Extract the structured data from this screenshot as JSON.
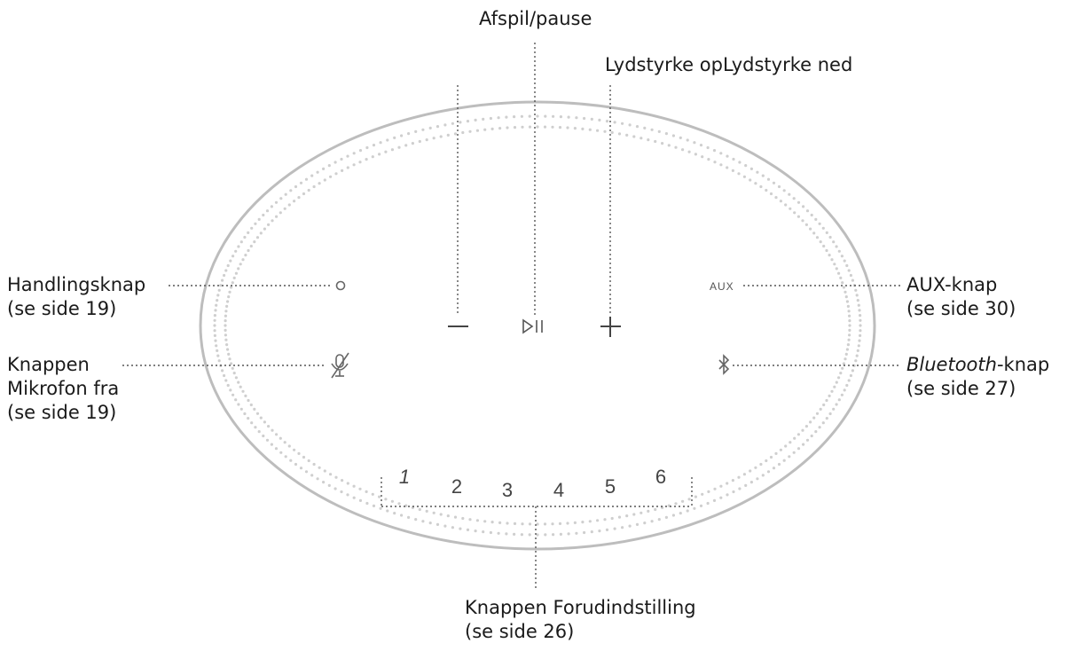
{
  "labels": {
    "play_pause": "Afspil/pause",
    "volume": "Lydstyrke opLydstyrke ned",
    "action_button": {
      "title": "Handlingsknap",
      "ref": "(se side 19)"
    },
    "mic_off": {
      "line1": "Knappen",
      "line2": "Mikrofon fra",
      "ref": "(se side 19)"
    },
    "aux_button": {
      "title": "AUX-knap",
      "ref": "(se side 30)"
    },
    "bluetooth_button": {
      "title_italic": "Bluetooth",
      "title_rest": "-knap",
      "ref": "(se side 27)"
    },
    "preset_buttons": {
      "title": "Knappen Forudindstilling",
      "ref": "(se side 26)"
    }
  },
  "speaker": {
    "aux_text": "AUX",
    "presets": [
      "1",
      "2",
      "3",
      "4",
      "5",
      "6"
    ],
    "volume_down_glyph": "—",
    "play_pause_glyph": "▷II",
    "volume_up_glyph": "+"
  },
  "colors": {
    "outline": "#bdbdbd",
    "dots": "#cfcfcf",
    "leader": "#555555",
    "text": "#1a1a1a",
    "icon": "#666666"
  }
}
